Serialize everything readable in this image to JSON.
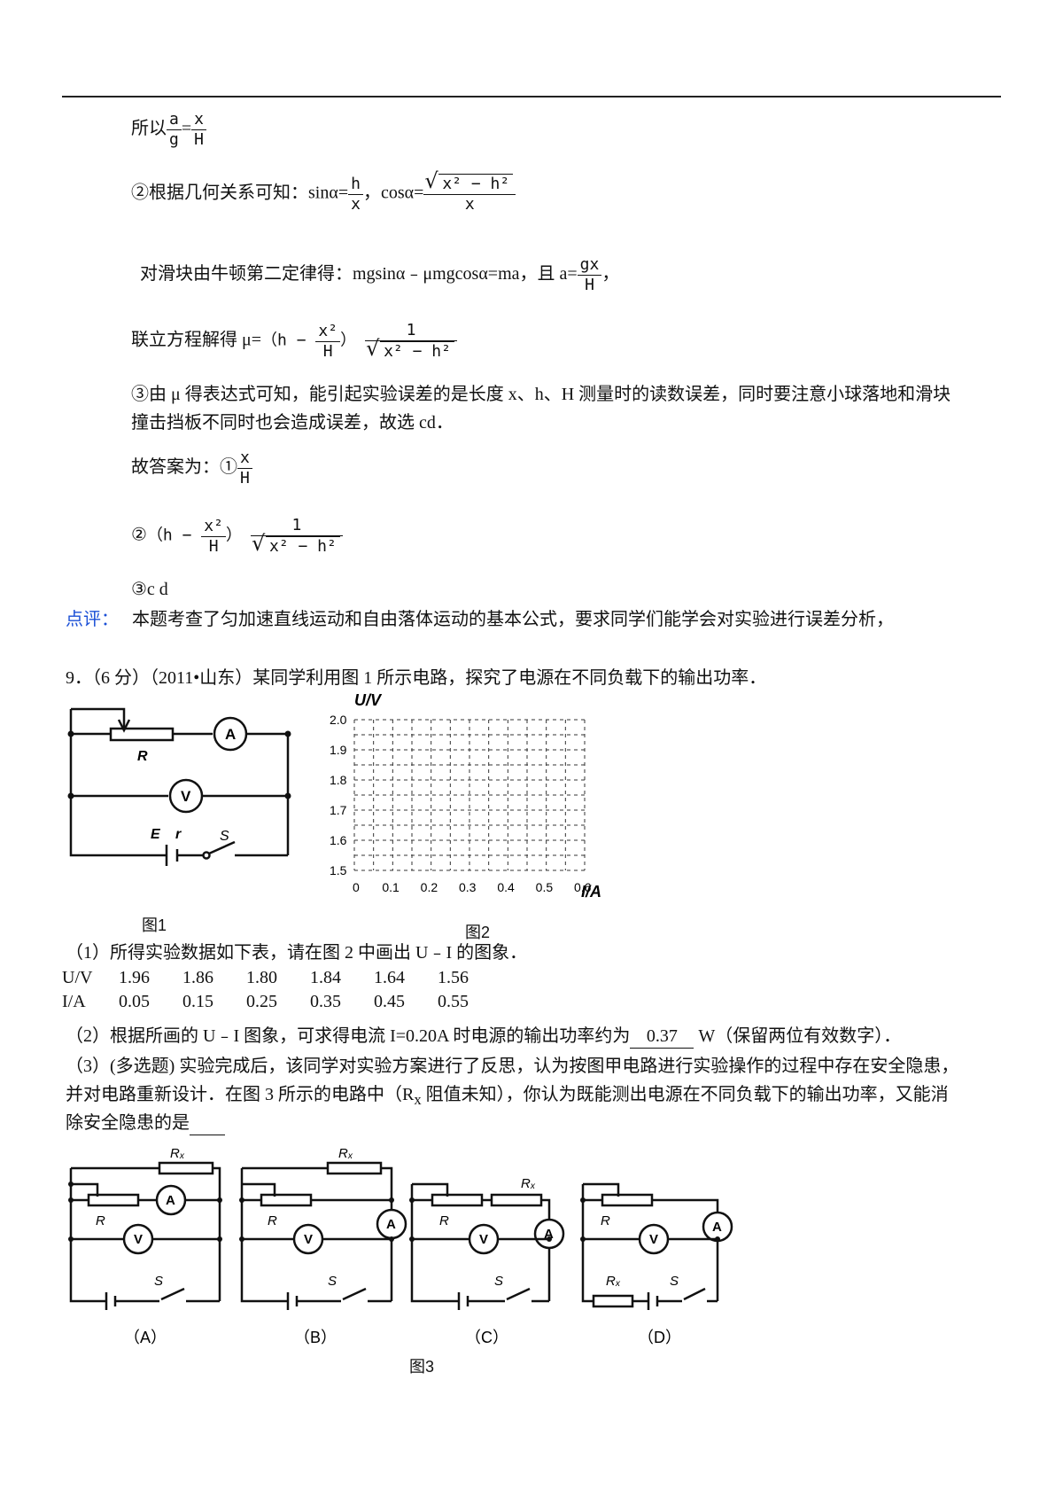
{
  "s1": {
    "prefix": "所以",
    "lhs_num": "a",
    "lhs_den": "g",
    "eq": "=",
    "rhs_num": "x",
    "rhs_den": "H"
  },
  "s2": {
    "prefix": "②根据几何关系可知：sinα=",
    "sin_num": "h",
    "sin_den": "x",
    "mid": "，cosα=",
    "cos_rad": "x² − h²",
    "cos_den": "x"
  },
  "s3": {
    "text": "对滑块由牛顿第二定律得：mgsinα﹣μmgcosα=ma，且 a=",
    "num": "gx",
    "den": "H",
    "tail": "，"
  },
  "s4": {
    "prefix": "联立方程解得 μ=",
    "paren_open": "（h − ",
    "pnum": "x²",
    "pden": "H",
    "paren_close": "）",
    "fnum": "1",
    "frad": "x² − h²"
  },
  "s5": {
    "line1": "③由 μ 得表达式可知，能引起实验误差的是长度 x、h、H 测量时的读数误差，同时要注意小球落地和滑块",
    "line2": "撞击挡板不同时也会造成误差，故选 cd．"
  },
  "s6": {
    "prefix": "故答案为：①",
    "num": "x",
    "den": "H"
  },
  "s7": {
    "prefix": "②",
    "paren_open": "（h − ",
    "pnum": "x²",
    "pden": "H",
    "paren_close": "）",
    "fnum": "1",
    "frad": "x² − h²"
  },
  "s8": {
    "text": "③c d"
  },
  "comment": {
    "label": "点评：",
    "text": "本题考查了匀加速直线运动和自由落体运动的基本公式，要求同学们能学会对实验进行误差分析，"
  },
  "q9": {
    "title": "9．（6 分）（2011•山东）某同学利用图 1 所示电路，探究了电源在不同负载下的输出功率．",
    "fig1_caption": "图1",
    "fig2_caption": "图2",
    "fig1_labels": {
      "R": "R",
      "A": "A",
      "V": "V",
      "E": "E",
      "r": "r",
      "S": "S"
    },
    "q1": "（1）所得实验数据如下表，请在图 2 中画出 U﹣I 的图象．",
    "table": {
      "row_u_header": "U/V",
      "row_u": [
        "1.96",
        "1.86",
        "1.80",
        "1.84",
        "1.64",
        "1.56"
      ],
      "row_i_header": "I/A",
      "row_i": [
        "0.05",
        "0.15",
        "0.25",
        "0.35",
        "0.45",
        "0.55"
      ]
    },
    "q2_pre": "（2）根据所画的 U﹣I 图象，可求得电流 I=0.20A 时电源的输出功率约为",
    "q2_answer": "0.37",
    "q2_post": " W（保留两位有效数字）．",
    "q3_line1": "（3）(多选题) 实验完成后，该同学对实验方案进行了反思，认为按图甲电路进行实验操作的过程中存在安全隐患，",
    "q3_line2": "并对电路重新设计．在图 3 所示的电路中（R",
    "q3_sub": "x",
    "q3_line2b": " 阻值未知），你认为既能测出电源在不同负载下的输出功率，又能消",
    "q3_line3": "除安全隐患的是",
    "fig3_caption": "图3",
    "fig3_options": [
      "（A）",
      "（B）",
      "（C）",
      "（D）"
    ],
    "fig3_labels": {
      "R": "R",
      "Rx": "Rₓ",
      "A": "A",
      "V": "V",
      "S": "S"
    }
  },
  "chart_data": {
    "type": "scatter",
    "title": "",
    "xlabel": "I/A",
    "ylabel": "U/V",
    "xlim": [
      0,
      0.6
    ],
    "ylim": [
      1.5,
      2.0
    ],
    "x_ticks": [
      "0",
      "0.1",
      "0.2",
      "0.3",
      "0.4",
      "0.5",
      "0.6"
    ],
    "y_ticks": [
      "1.5",
      "1.6",
      "1.7",
      "1.8",
      "1.9",
      "2.0"
    ],
    "grid": true,
    "x": [],
    "y": []
  }
}
